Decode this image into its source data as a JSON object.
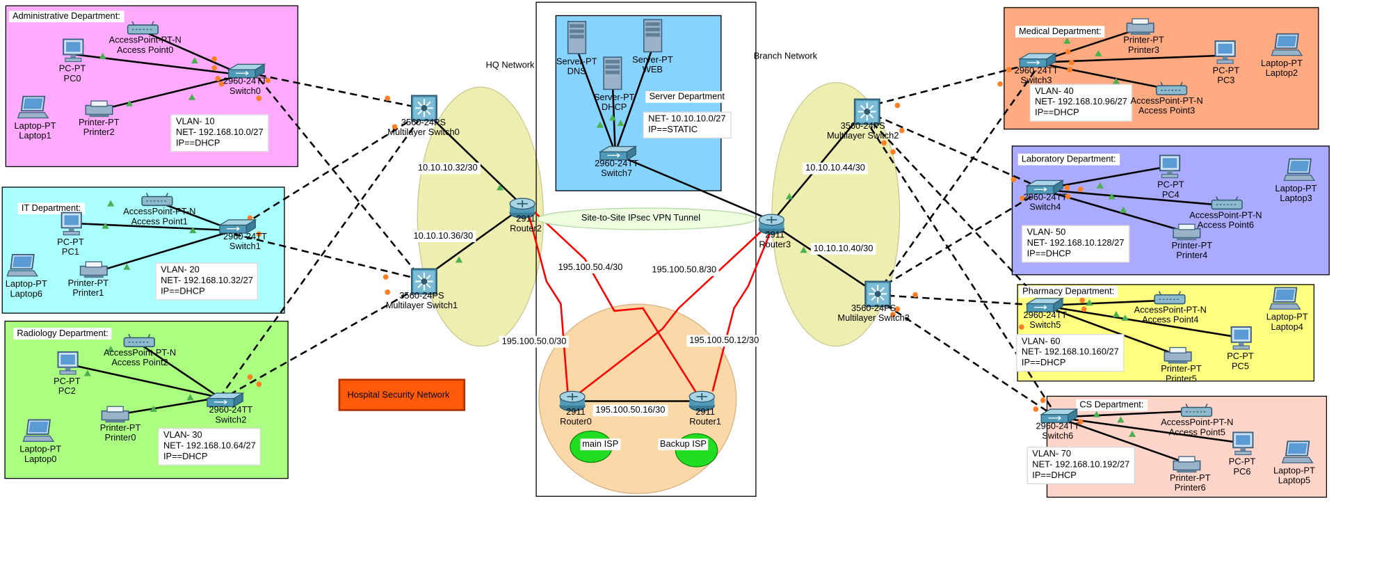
{
  "title": "Hospital Security Network",
  "regions": {
    "hq": "HQ Network",
    "branch": "Branch Network"
  },
  "vpn": "Site-to-Site IPsec VPN Tunnel",
  "departments": [
    {
      "key": "admin",
      "title": "Administrative Department:",
      "vlan": "VLAN- 10",
      "net": "NET- 192.168.10.0/27",
      "ip": "IP==DHCP",
      "color": "#ffaaff"
    },
    {
      "key": "it",
      "title": "IT Department:",
      "vlan": "VLAN- 20",
      "net": "NET- 192.168.10.32/27",
      "ip": "IP==DHCP",
      "color": "#aaffff"
    },
    {
      "key": "radiology",
      "title": "Radiology Department:",
      "vlan": "VLAN- 30",
      "net": "NET- 192.168.10.64/27",
      "ip": "IP==DHCP",
      "color": "#aaff80"
    },
    {
      "key": "server",
      "title": "Server Department",
      "vlan": "",
      "net": "NET- 10.10.10.0/27",
      "ip": "IP==STATIC",
      "color": "#87d3ff"
    },
    {
      "key": "medical",
      "title": "Medical Department:",
      "vlan": "VLAN- 40",
      "net": "NET- 192.168.10.96/27",
      "ip": "IP==DHCP",
      "color": "#ffaa80"
    },
    {
      "key": "lab",
      "title": "Laboratory Department:",
      "vlan": "VLAN- 50",
      "net": "NET- 192.168.10.128/27",
      "ip": "IP==DHCP",
      "color": "#aaaaff"
    },
    {
      "key": "pharmacy",
      "title": "Pharmacy Department:",
      "vlan": "VLAN- 60",
      "net": "NET- 192.168.10.160/27",
      "ip": "IP==DHCP",
      "color": "#ffff80"
    },
    {
      "key": "cs",
      "title": "CS  Department:",
      "vlan": "VLAN- 70",
      "net": "NET- 192.168.10.192/27",
      "ip": "IP==DHCP",
      "color": "#ffd5c9"
    }
  ],
  "devices": {
    "ap0": [
      "AccessPoint-PT-N",
      "Access Point0"
    ],
    "pc0": [
      "PC-PT",
      "PC0"
    ],
    "sw0": [
      "2960-24TT",
      "Switch0"
    ],
    "laptop1": [
      "Laptop-PT",
      "Laptop1"
    ],
    "printer2": [
      "Printer-PT",
      "Printer2"
    ],
    "ap1": [
      "AccessPoint-PT-N",
      "Access Point1"
    ],
    "pc1": [
      "PC-PT",
      "PC1"
    ],
    "sw1": [
      "2960-24TT",
      "Switch1"
    ],
    "laptop6": [
      "Laptop-PT",
      "Laptop6"
    ],
    "printer1": [
      "Printer-PT",
      "Printer1"
    ],
    "ap2": [
      "AccessPoint-PT-N",
      "Access Point2"
    ],
    "pc2": [
      "PC-PT",
      "PC2"
    ],
    "printer0": [
      "Printer-PT",
      "Printer0"
    ],
    "sw2": [
      "2960-24TT",
      "Switch2"
    ],
    "laptop0": [
      "Laptop-PT",
      "Laptop0"
    ],
    "msw0": [
      "3560-24PS",
      "Multilayer Switch0"
    ],
    "msw1": [
      "3560-24PS",
      "Multilayer Switch1"
    ],
    "r2": [
      "2911",
      "Router2"
    ],
    "srvdns": [
      "Server-PT",
      "DNS"
    ],
    "srvdhcp": [
      "Server-PT",
      "DHCP"
    ],
    "srvweb": [
      "Server-PT",
      "WEB"
    ],
    "sw7": [
      "2960-24TT",
      "Switch7"
    ],
    "r0": [
      "2911",
      "Router0"
    ],
    "r1": [
      "2911",
      "Router1"
    ],
    "r3": [
      "2911",
      "Router3"
    ],
    "msw2": [
      "3560-24PS",
      "Multilayer Switch2"
    ],
    "msw3": [
      "3560-24PS",
      "Multilayer Switch3"
    ],
    "printer3": [
      "Printer-PT",
      "Printer3"
    ],
    "sw3": [
      "2960-24TT",
      "Switch3"
    ],
    "pc3": [
      "PC-PT",
      "PC3"
    ],
    "laptop2": [
      "Laptop-PT",
      "Laptop2"
    ],
    "ap3": [
      "AccessPoint-PT-N",
      "Access Point3"
    ],
    "pc4": [
      "PC-PT",
      "PC4"
    ],
    "sw4": [
      "2960-24TT",
      "Switch4"
    ],
    "ap6": [
      "AccessPoint-PT-N",
      "Access Point6"
    ],
    "laptop3": [
      "Laptop-PT",
      "Laptop3"
    ],
    "printer4": [
      "Printer-PT",
      "Printer4"
    ],
    "ap4": [
      "AccessPoint-PT-N",
      "Access Point4"
    ],
    "sw5": [
      "2960-24TT",
      "Switch5"
    ],
    "laptop4": [
      "Laptop-PT",
      "Laptop4"
    ],
    "pc5": [
      "PC-PT",
      "PC5"
    ],
    "printer5": [
      "Printer-PT",
      "Printer5"
    ],
    "ap5": [
      "AccessPoint-PT-N",
      "Access Point5"
    ],
    "sw6": [
      "2960-24TT",
      "Switch6"
    ],
    "printer6": [
      "Printer-PT",
      "Printer6"
    ],
    "pc6": [
      "PC-PT",
      "PC6"
    ],
    "laptop5": [
      "Laptop-PT",
      "Laptop5"
    ]
  },
  "subnets": {
    "r2_msw0": "10.10.10.32/30",
    "r2_msw1": "10.10.10.36/30",
    "r3_msw2": "10.10.10.44/30",
    "r3_msw3": "10.10.10.40/30",
    "r2_r1": "195.100.50.4/30",
    "r3_r0": "195.100.50.8/30",
    "r2_r0": "195.100.50.0/30",
    "r3_r1": "195.100.50.12/30",
    "r0_r1": "195.100.50.16/30"
  },
  "isp": {
    "main": "main ISP",
    "backup": "Backup ISP"
  },
  "colors": {
    "trunk": "#000000",
    "wan": "#ff0000",
    "link_up": "#4caf50",
    "link_pending": "#ff7f27",
    "cloud": "#eeeeb0",
    "isp_zone": "#fad8a8",
    "isp_tag": "#22dd22"
  }
}
